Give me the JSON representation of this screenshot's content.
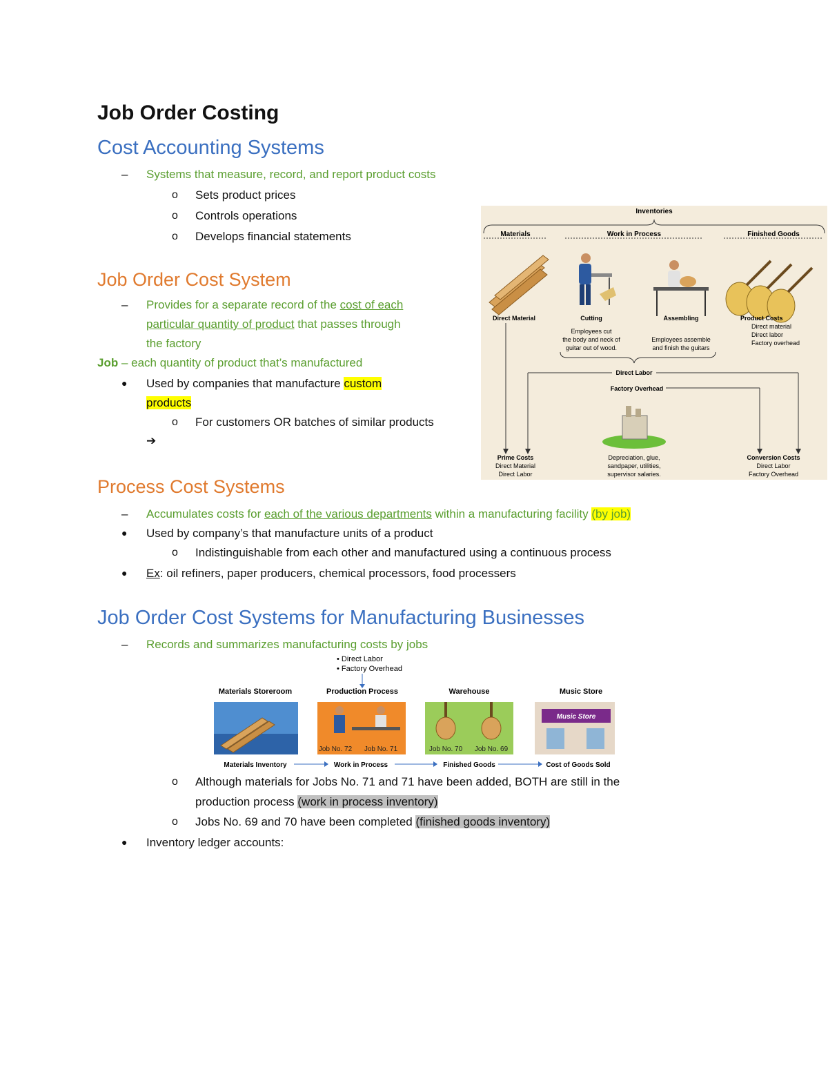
{
  "title": "Job Order Costing",
  "cost_accounting": {
    "heading": "Cost Accounting Systems",
    "dash1": "Systems that measure, record, and report product costs",
    "items": [
      "Sets product prices",
      "Controls operations",
      "Develops financial statements"
    ]
  },
  "job_order": {
    "heading": "Job Order Cost System",
    "dash_pre": "Provides for a separate record of the ",
    "dash_u1": "cost of each",
    "dash_u2": "particular quantity of product",
    "dash_post": " that passes through",
    "dash_line3": "the factory",
    "job_term": "Job",
    "job_def": " – each quantity of product that’s manufactured",
    "bullet_pre": "Used by companies that manufacture ",
    "bullet_hl1": "custom",
    "bullet_hl2": "products",
    "sub": "For customers OR batches of similar products",
    "arrow": "➔"
  },
  "process": {
    "heading": "Process Cost Systems",
    "dash_pre": "Accumulates costs for ",
    "dash_u": "each of the various departments",
    "dash_post": " within a manufacturing facility ",
    "dash_hl": "(by job)",
    "bullet1": "Used by company’s that manufacture units of a product",
    "sub1": "Indistinguishable from each other and manufactured using a continuous process",
    "ex_u": "Ex",
    "ex_rest": ": oil refiners, paper producers, chemical processors, food processers"
  },
  "manufacturing": {
    "heading": "Job Order Cost Systems for Manufacturing Businesses",
    "dash1": "Records and summarizes manufacturing costs by jobs",
    "sub1_line1": "Although materials for Jobs No. 71 and 71 have been added, BOTH are still in the",
    "sub1_line2_pre": "production process ",
    "sub1_hl": "(work in process inventory)",
    "sub2_pre": "Jobs No. 69 and 70 have been completed ",
    "sub2_hl": "(finished goods inventory)",
    "bullet": "Inventory ledger accounts:"
  },
  "figure1": {
    "top": "Inventories",
    "materials": "Materials",
    "wip": "Work in Process",
    "finished": "Finished Goods",
    "direct_material": "Direct Material",
    "cutting": "Cutting",
    "cutting_desc": [
      "Employees cut",
      "the body and neck of",
      "guitar out of wood."
    ],
    "assembling": "Assembling",
    "assembling_desc": [
      "Employees assemble",
      "and finish the guitars"
    ],
    "product_costs": [
      "Product Costs",
      "Direct material",
      "Direct labor",
      "Factory overhead"
    ],
    "direct_labor": "Direct Labor",
    "factory_overhead": "Factory Overhead",
    "prime": [
      "Prime Costs",
      "Direct Material",
      "Direct Labor"
    ],
    "overhead_desc": [
      "Depreciation, glue,",
      "sandpaper, utilities,",
      "supervisor salaries."
    ],
    "conversion": [
      "Conversion Costs",
      "Direct Labor",
      "Factory Overhead"
    ]
  },
  "figure2": {
    "inputs": [
      "• Direct Labor",
      "• Factory Overhead"
    ],
    "stages": [
      "Materials Storeroom",
      "Production Process",
      "Warehouse",
      "Music Store"
    ],
    "jobs": [
      "Job No. 72",
      "Job No. 71",
      "Job No. 70",
      "Job No. 69"
    ],
    "store_sign": "Music Store",
    "flow": [
      "Materials Inventory",
      "Work in Process",
      "Finished Goods",
      "Cost of Goods Sold"
    ]
  }
}
